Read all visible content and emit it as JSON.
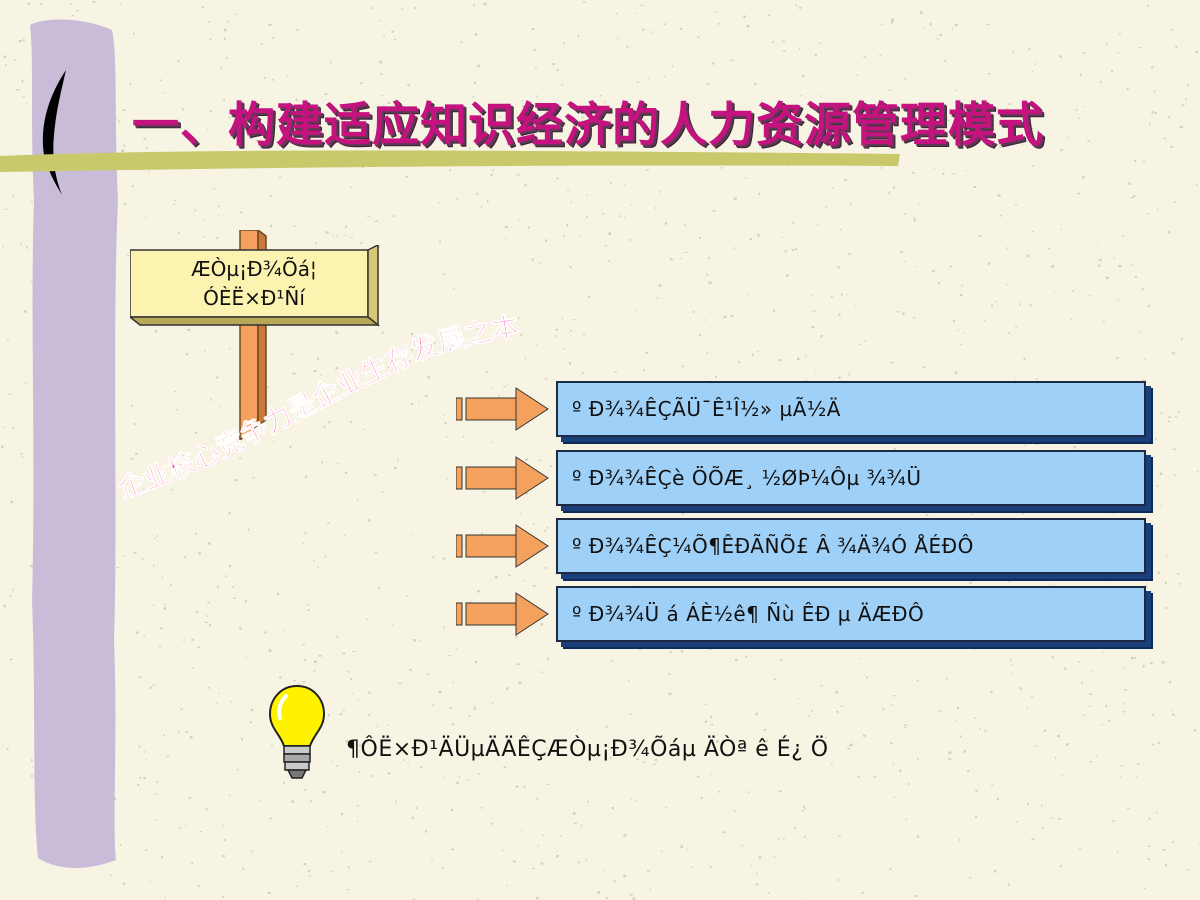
{
  "slide": {
    "title": "一、构建适应知识经济的人力资源管理模式",
    "sign": {
      "line1": "ÆÒµ¡Ð¾Õá¦",
      "line2": "ÓÈË×Ð¹Ñí"
    },
    "curved_text": "企业核心竞争力是企业生存发展之本",
    "points": [
      "º Ð¾¾ÊÇÃÜ¯Ê¹Î½» µÃ½Ä",
      "º Ð¾¾ÊÇè ÖÕÆ¸ ½ØÞ¼Ôµ ¾¾Ü",
      "º Ð¾¾ÊÇ¼Õ¶ÊÐÃÑÕ£ Â ¾Ä¾Ó ÅÉÐÔ",
      "º Ð¾¾Ü á ÁÈ½ê¶ Ñù ÊÐ µ ÄÆÐÔ"
    ],
    "bottom_note": "¶ÔË×Ð¹ÄÜµÄÄÊÇÆÒµ¡Ð¾Õáµ ÄÒª ê É¿ Ö",
    "colors": {
      "title": "#c4127f",
      "curved_text": "#ff4aa6",
      "box_fill": "#9fd0f7",
      "arrow_fill": "#f5a15e",
      "sign_fill": "#fdf3b0",
      "purple_bar": "#c9bcd9"
    },
    "icons": {
      "bracket": "left-bracket-icon",
      "arrow": "right-arrow-icon",
      "bulb": "lightbulb-icon"
    }
  }
}
